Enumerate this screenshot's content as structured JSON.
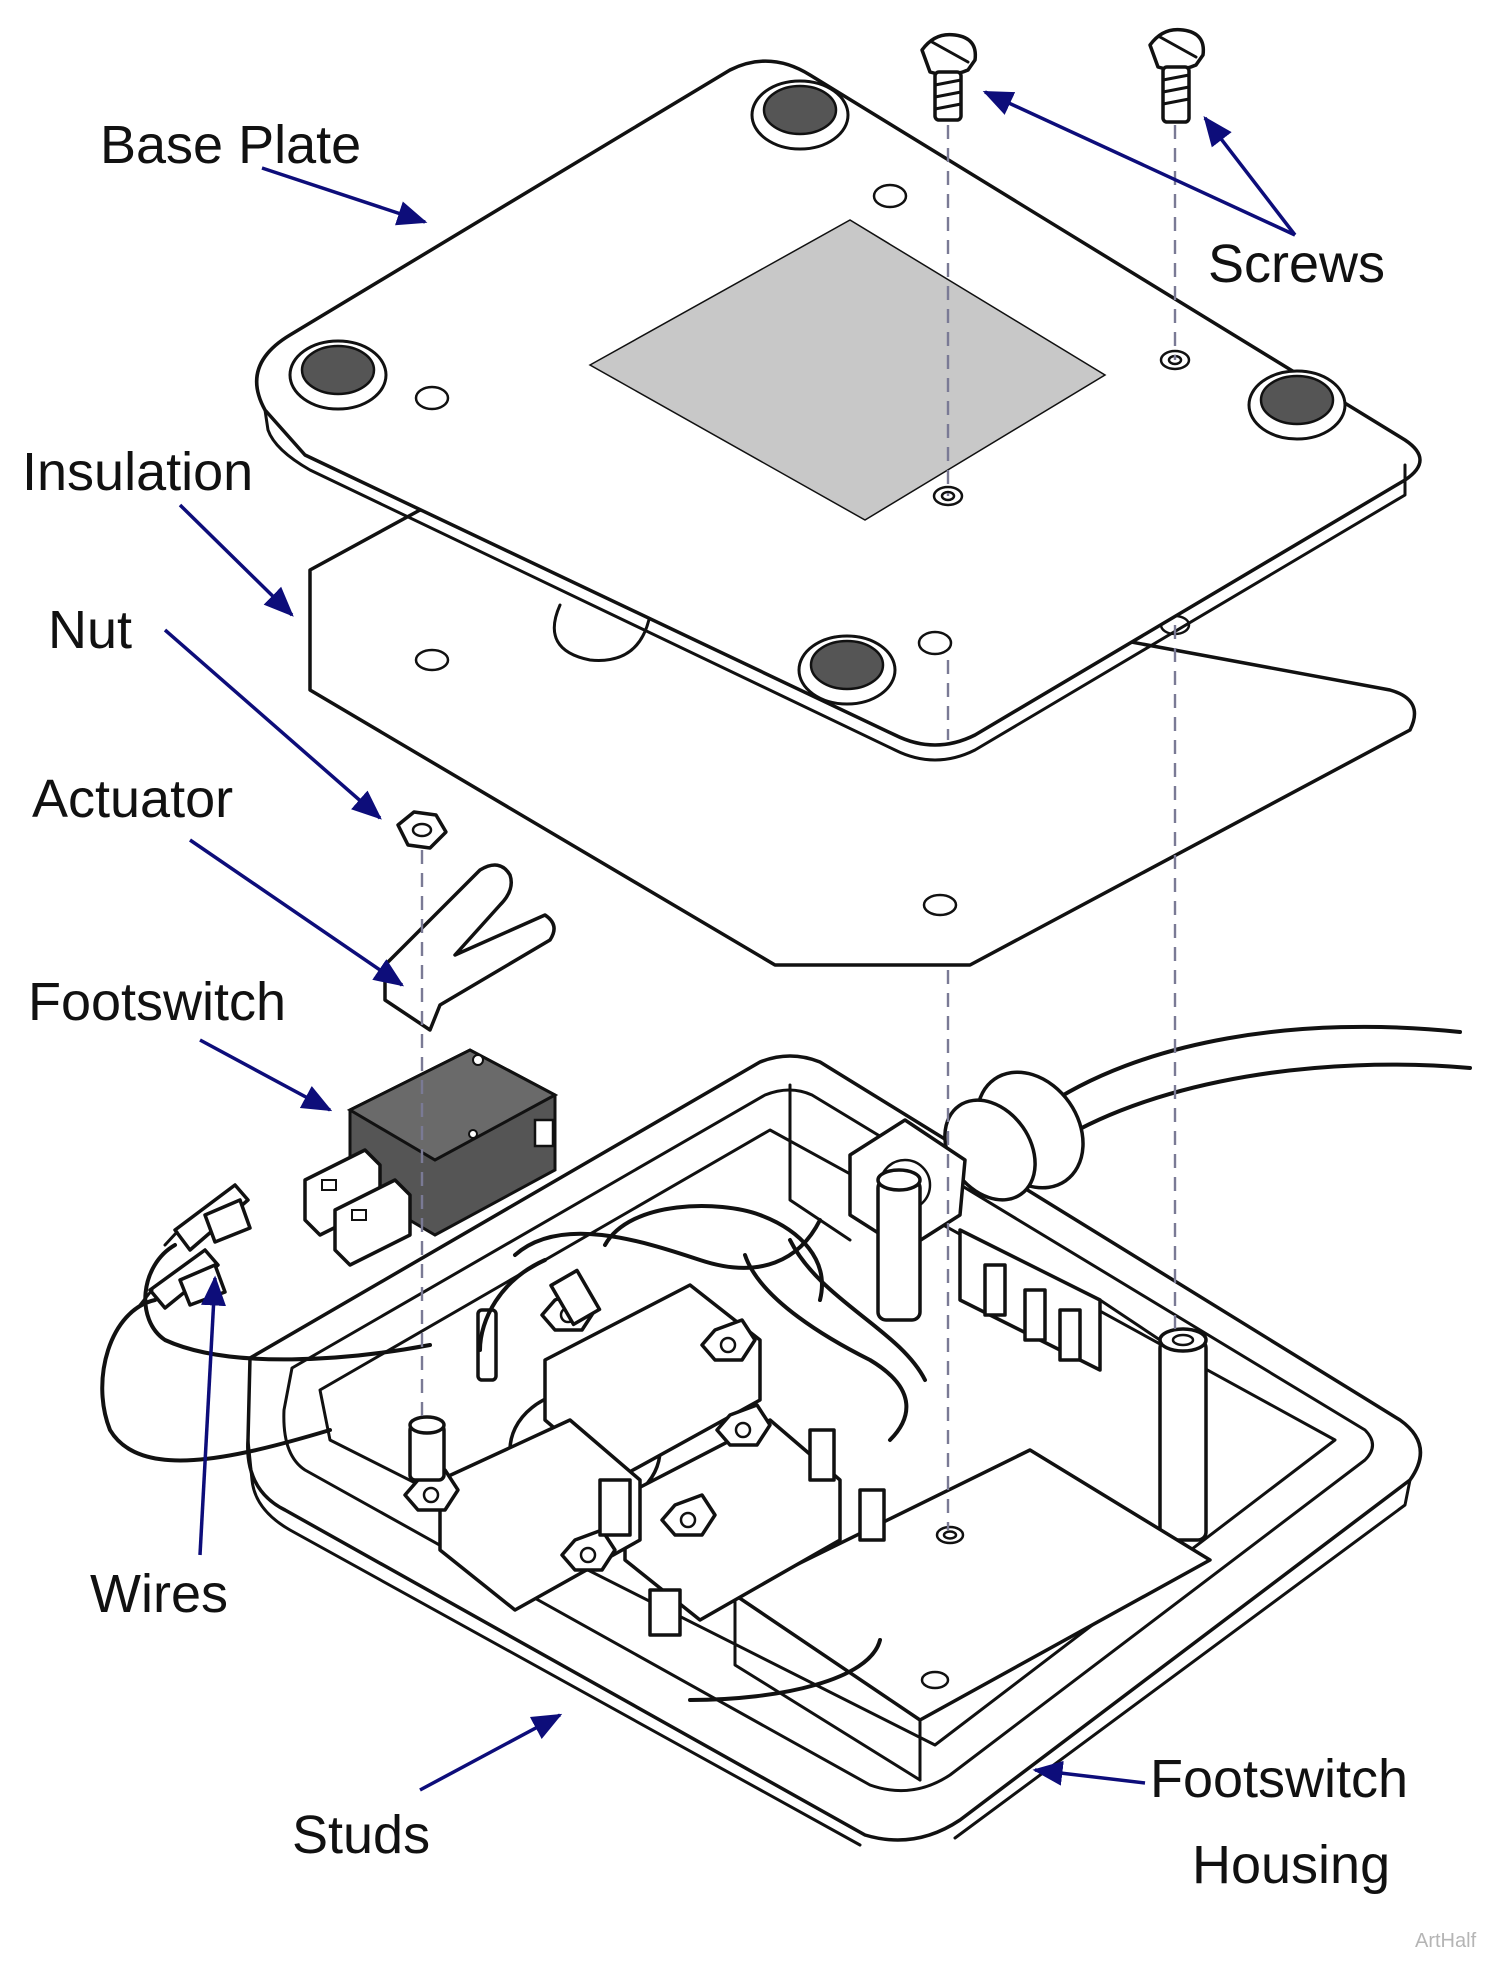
{
  "diagram": {
    "labels": {
      "base_plate": "Base Plate",
      "screws": "Screws",
      "insulation": "Insulation",
      "nut": "Nut",
      "actuator": "Actuator",
      "footswitch": "Footswitch",
      "wires": "Wires",
      "studs": "Studs",
      "footswitch_housing_line1": "Footswitch",
      "footswitch_housing_line2": "Housing"
    },
    "credit": "ArtHalf",
    "colors": {
      "leader_arrow": "#0d0d7a",
      "line_art": "#111111",
      "insulation_pad": "#c8c8c8",
      "rubber_foot": "#555555",
      "switch_body": "#555555",
      "assembly_axis": "#7a7a95"
    }
  }
}
